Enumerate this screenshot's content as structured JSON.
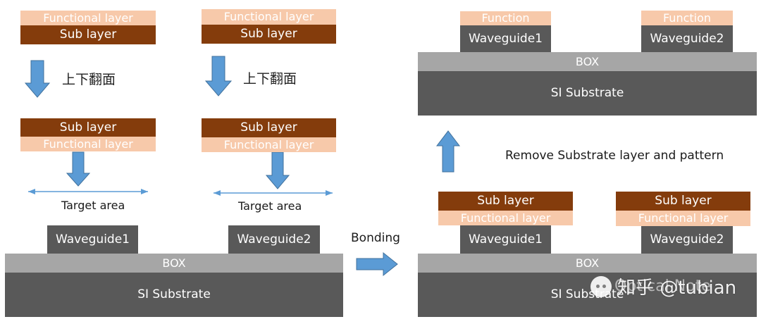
{
  "labels": {
    "functional_layer": "Functional layer",
    "sub_layer": "Sub layer",
    "function": "Function",
    "waveguide1": "Waveguide1",
    "waveguide2": "Waveguide2",
    "box": "BOX",
    "si_substrate": "SI Substrate",
    "flip": "上下翻面",
    "target_area": "Target area",
    "bonding": "Bonding",
    "remove": "Remove Substrate layer and pattern"
  },
  "watermark": {
    "text": "知乎 @tubian",
    "overlay_text": "Optical Note",
    "icon": "wechat-icon"
  },
  "colors": {
    "functional_layer": "#f7c9aa",
    "sub_layer": "#843c0c",
    "waveguide": "#595959",
    "box": "#a6a6a6",
    "substrate": "#595959",
    "arrow": "#5b9bd5"
  }
}
